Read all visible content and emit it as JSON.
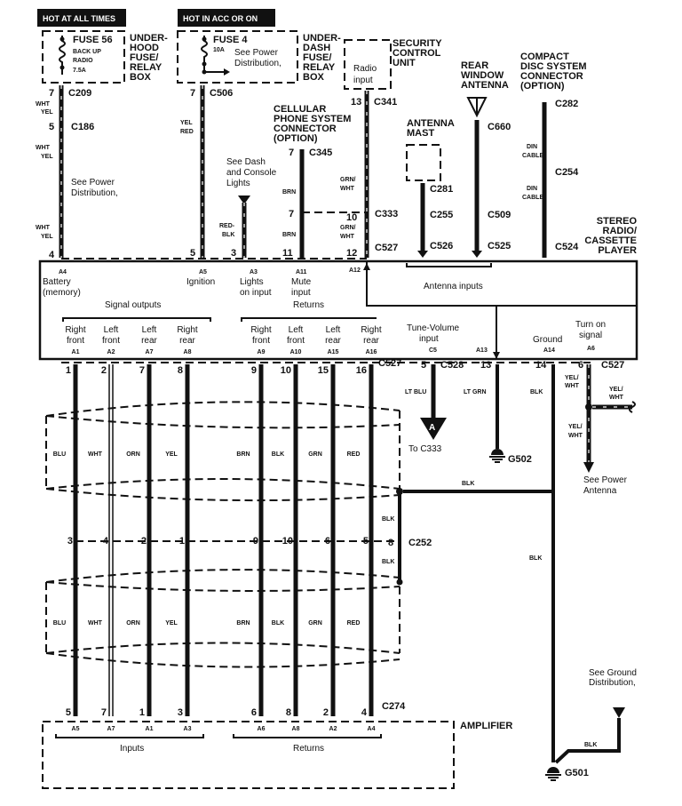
{
  "title": "Stereo Radio / Cassette Player and Amplifier Wiring Diagram",
  "power": {
    "hot_at_all_times": "HOT AT ALL TIMES",
    "hot_in_acc": "HOT IN ACC OR ON",
    "fuse56": {
      "name": "FUSE 56",
      "desc1": "BACK UP",
      "desc2": "RADIO",
      "rating": "7.5A"
    },
    "fuse4": {
      "name": "FUSE 4",
      "rating": "10A",
      "note1": "See Power",
      "note2": "Distribution,"
    },
    "underhood_box": [
      "UNDER-",
      "HOOD",
      "FUSE/",
      "RELAY",
      "BOX"
    ],
    "underdash_box": [
      "UNDER-",
      "DASH",
      "FUSE/",
      "RELAY",
      "BOX"
    ]
  },
  "components": {
    "security": [
      "SECURITY",
      "CONTROL",
      "UNIT"
    ],
    "radio_input": [
      "Radio",
      "input"
    ],
    "cellular": [
      "CELLULAR",
      "PHONE SYSTEM",
      "CONNECTOR",
      "(OPTION)"
    ],
    "antenna_mast": [
      "ANTENNA",
      "MAST"
    ],
    "rear_antenna": [
      "REAR",
      "WINDOW",
      "ANTENNA"
    ],
    "cd_system": [
      "COMPACT",
      "DISC SYSTEM",
      "CONNECTOR",
      "(OPTION)"
    ],
    "stereo": [
      "STEREO",
      "RADIO/",
      "CASSETTE",
      "PLAYER"
    ],
    "amplifier": "AMPLIFIER"
  },
  "connectors": {
    "c209": "C209",
    "c186": "C186",
    "c506": "C506",
    "c341": "C341",
    "c345": "C345",
    "c333": "C333",
    "c527": "C527",
    "c281": "C281",
    "c255": "C255",
    "c526": "C526",
    "c660": "C660",
    "c509": "C509",
    "c525": "C525",
    "c282": "C282",
    "c254": "C254",
    "c524": "C524",
    "c528": "C528",
    "c252": "C252",
    "c274": "C274",
    "g502": "G502",
    "g501": "G501"
  },
  "notes": {
    "power_dist": [
      "See Power",
      "Distribution,"
    ],
    "dash_lights": [
      "See Dash",
      "and Console",
      "Lights"
    ],
    "to_c333": "To C333",
    "arrow_a": "A",
    "power_antenna": [
      "See Power",
      "Antenna"
    ],
    "ground_dist": [
      "See Ground",
      "Distribution,"
    ],
    "din_cable": [
      "DIN",
      "CABLE"
    ]
  },
  "wire_colors": {
    "wht_yel": [
      "WHT",
      "YEL"
    ],
    "yel_red": [
      "YEL",
      "RED"
    ],
    "red_blk": [
      "RED-",
      "BLK"
    ],
    "brn": "BRN",
    "grn_wht": [
      "GRN/",
      "WHT"
    ],
    "lt_blu": "LT BLU",
    "lt_grn": "LT GRN",
    "blk": "BLK",
    "yel_wht": [
      "YEL/",
      "WHT"
    ]
  },
  "top_pins": [
    {
      "num": "4",
      "id": "A4",
      "func": [
        "Battery",
        "(memory)"
      ]
    },
    {
      "num": "5",
      "id": "A5",
      "func": [
        "Ignition"
      ]
    },
    {
      "num": "3",
      "id": "A3",
      "func": [
        "Lights",
        "on input"
      ]
    },
    {
      "num": "11",
      "id": "A11",
      "func": [
        "Mute",
        "input"
      ]
    },
    {
      "num": "12",
      "id": "A12",
      "func": []
    }
  ],
  "groups": {
    "signal_outputs": "Signal outputs",
    "returns": "Returns",
    "antenna_inputs": "Antenna inputs",
    "inputs": "Inputs",
    "amp_returns": "Returns"
  },
  "speaker_pins": [
    {
      "func": [
        "Right",
        "front"
      ],
      "id": "A1",
      "c527": "1",
      "color": "BLU",
      "c252": "3",
      "c274": "5",
      "amp": "A5"
    },
    {
      "func": [
        "Left",
        "front"
      ],
      "id": "A2",
      "c527": "2",
      "color": "WHT",
      "c252": "4",
      "c274": "7",
      "amp": "A7"
    },
    {
      "func": [
        "Left",
        "rear"
      ],
      "id": "A7",
      "c527": "7",
      "color": "ORN",
      "c252": "2",
      "c274": "1",
      "amp": "A1"
    },
    {
      "func": [
        "Right",
        "rear"
      ],
      "id": "A8",
      "c527": "8",
      "color": "YEL",
      "c252": "1",
      "c274": "3",
      "amp": "A3"
    },
    {
      "func": [
        "Right",
        "front"
      ],
      "id": "A9",
      "c527": "9",
      "color": "BRN",
      "c252": "9",
      "c274": "6",
      "amp": "A6"
    },
    {
      "func": [
        "Left",
        "front"
      ],
      "id": "A10",
      "c527": "10",
      "color": "BLK",
      "c252": "10",
      "c274": "8",
      "amp": "A8"
    },
    {
      "func": [
        "Left",
        "rear"
      ],
      "id": "A15",
      "c527": "15",
      "color": "GRN",
      "c252": "6",
      "c274": "2",
      "amp": "A2"
    },
    {
      "func": [
        "Right",
        "rear"
      ],
      "id": "A16",
      "c527": "16",
      "color": "RED",
      "c252": "5",
      "c274": "4",
      "amp": "A4"
    }
  ],
  "right_pins": {
    "tune": {
      "func": [
        "Tune-Volume",
        "input"
      ],
      "id": "C5",
      "num": "5"
    },
    "a13": {
      "id": "A13",
      "num": "13"
    },
    "ground": {
      "func": [
        "Ground"
      ],
      "id": "A14",
      "num": "14"
    },
    "turn_on": {
      "func": [
        "Turn on",
        "signal"
      ],
      "id": "A6",
      "num": "6"
    }
  },
  "shield_pin": "8",
  "pin_numbers": {
    "c209": "7",
    "c186": "5",
    "c506": "7",
    "c341": "13",
    "c345": "7",
    "c333_left": "7",
    "c333_right": "10"
  }
}
